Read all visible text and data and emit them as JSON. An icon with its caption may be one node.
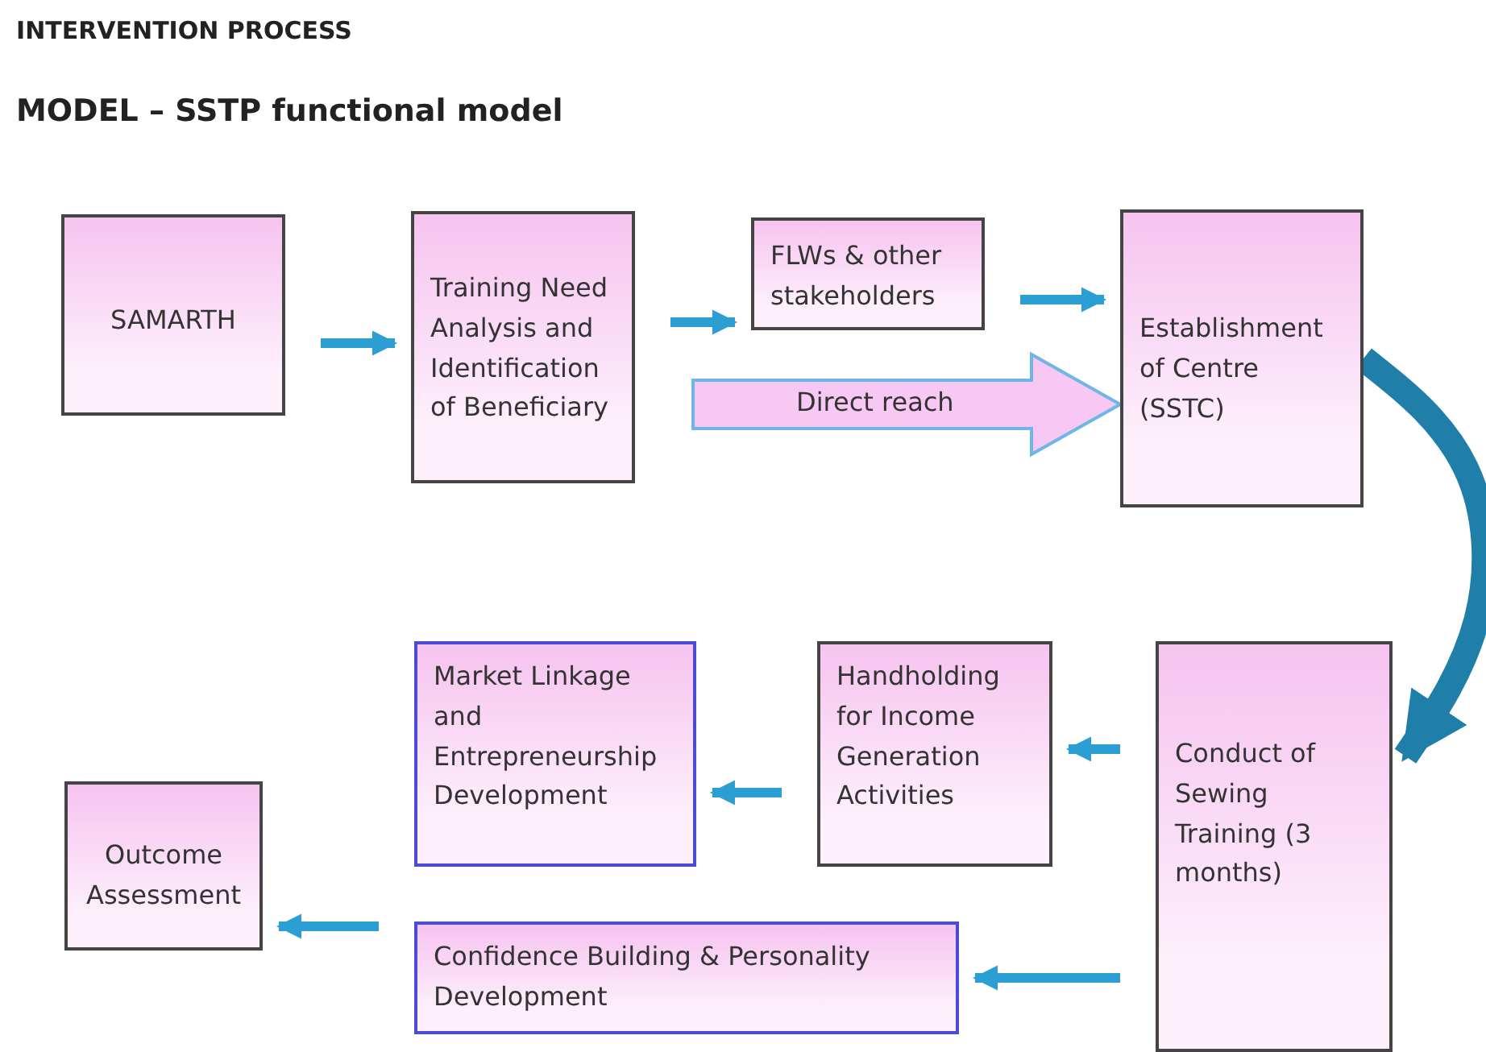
{
  "diagram": {
    "title": "MODEL – SSTP functional model",
    "nodes": [
      {
        "text": [
          "SAMARTH"
        ]
      },
      {
        "text": [
          "Training Need Analysis and Identification of Beneficiary"
        ]
      },
      {
        "text": [
          "FLWs & other stakeholders"
        ]
      },
      {
        "text": [
          "Establishment of Centre (SSTC)"
        ]
      },
      {
        "text": [
          "Conduct of Sewing Training (3 months)"
        ]
      },
      {
        "text": [
          "Handholding for Income Generation Activities"
        ]
      },
      {
        "text": [
          "Market Linkage and Entrepreneurship Development"
        ]
      },
      {
        "text": [
          "Confidence Building & Personality Development"
        ]
      },
      {
        "text": [
          "Outcome Assessment"
        ]
      }
    ],
    "edges": [
      {
        "from": 0,
        "to": 1,
        "arrow": "to"
      },
      {
        "from": 1,
        "to": 2,
        "arrow": "to"
      },
      {
        "from": 2,
        "to": 3,
        "arrow": "to"
      },
      {
        "from": 1,
        "to": 3,
        "arrow": "to",
        "label": "Direct reach",
        "style": "thick"
      },
      {
        "from": 3,
        "to": 4,
        "arrow": "to",
        "style": "thick",
        "color": "#1f7fa8"
      },
      {
        "from": 4,
        "to": 5,
        "arrow": "to"
      },
      {
        "from": 5,
        "to": 6,
        "arrow": "to"
      },
      {
        "from": 4,
        "to": 7,
        "arrow": "to"
      },
      {
        "from": 7,
        "to": 8,
        "arrow": "to"
      }
    ],
    "labels": [
      "INTERVENTION PROCESS"
    ]
  }
}
